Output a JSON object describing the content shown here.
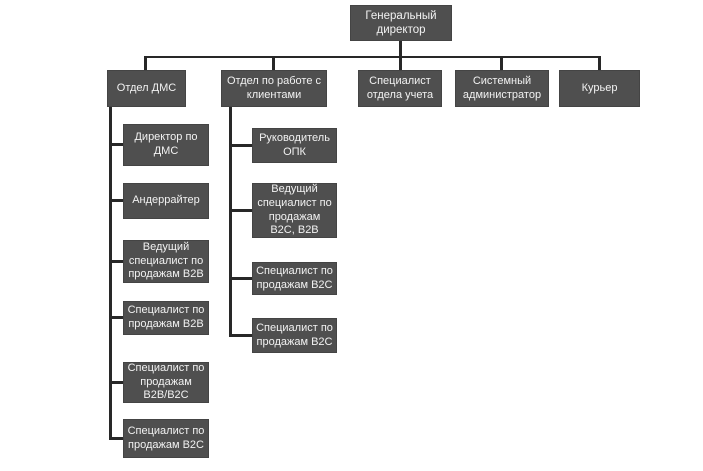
{
  "colors": {
    "background": "#ffffff",
    "box_fill": "#4f4f4f",
    "box_text": "#f2f2f2",
    "connector_line": "#282828"
  },
  "org_chart": {
    "root": "Генеральный директор",
    "level2": [
      {
        "label": "Отдел ДМС"
      },
      {
        "label": "Отдел по работе с клиентами"
      },
      {
        "label": "Специалист отдела учета"
      },
      {
        "label": "Системный администратор"
      },
      {
        "label": "Курьер"
      }
    ],
    "dms_children": [
      "Директор по ДМС",
      "Андеррайтер",
      "Ведущий специалист по продажам B2B",
      "Специалист по продажам B2B",
      "Специалист по продажам B2B/B2C",
      "Специалист по продажам B2C"
    ],
    "client_children": [
      "Руководитель ОПК",
      "Ведущий специалист по продажам B2C, B2B",
      "Специалист по продажам B2C",
      "Специалист по продажам B2C"
    ]
  }
}
